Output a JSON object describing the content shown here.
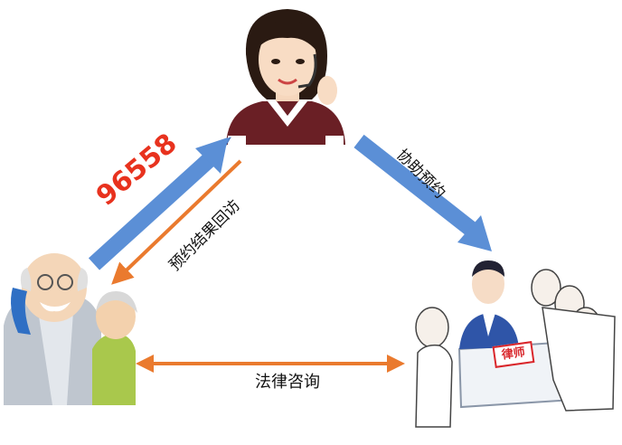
{
  "labels": {
    "hotline": "96558",
    "callback": "预约结果回访",
    "assist": "协助预约",
    "consult": "法律咨询",
    "lawyer_badge": "律师"
  },
  "nodes": [
    {
      "id": "operator",
      "icon": "call-center-operator"
    },
    {
      "id": "elderly-caller",
      "icon": "elderly-couple-phone"
    },
    {
      "id": "lawyer-desk",
      "icon": "lawyer-consultation-desk"
    }
  ],
  "colors": {
    "blue_arrow": "#5b8fd6",
    "blue_arrow_edge": "#3f6fb8",
    "orange_arrow": "#ea7a2e",
    "hotline_text": "#e8321e",
    "badge_red": "#d9262b"
  }
}
